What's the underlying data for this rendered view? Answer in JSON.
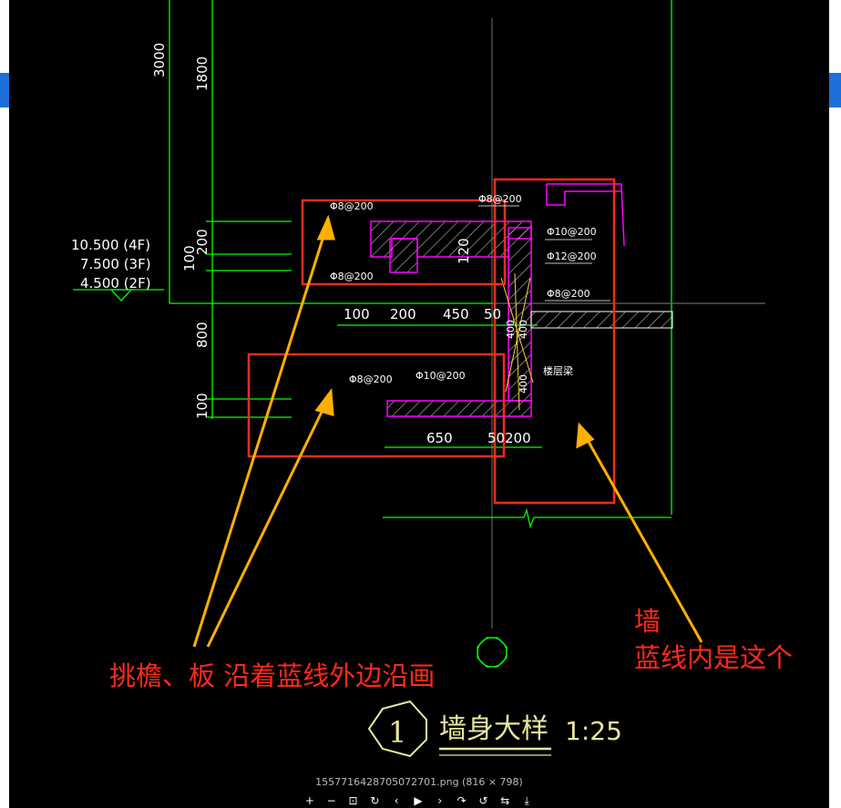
{
  "drawing": {
    "levels": [
      "10.500 (4F)",
      "7.500 (3F)",
      "4.500 (2F)"
    ],
    "vdims": [
      "3000",
      "1800",
      "200",
      "100",
      "800",
      "100"
    ],
    "hdims_top": [
      "100",
      "200",
      "450",
      "50"
    ],
    "hdims_bot": [
      "650",
      "50",
      "200"
    ],
    "rebar": [
      "Φ8@200",
      "Φ8@200",
      "Φ8@200",
      "Φ10@200",
      "Φ12@200",
      "Φ8@200",
      "Φ8@200",
      "Φ10@200"
    ],
    "dim_120": "120",
    "dims_wall": [
      "400",
      "400",
      "400"
    ],
    "beam_label": "楼层梁",
    "title": "墙身大样",
    "title_number": "1",
    "scale": "1:25"
  },
  "annotations": {
    "left_note": "挑檐、板 沿着蓝线外边沿画",
    "right_note_line1": "墙",
    "right_note_line2": "蓝线内是这个"
  },
  "viewer": {
    "caption": "1557716428705072701.png (816 × 798)",
    "toolbar": [
      "+",
      "−",
      "⊡",
      "↻",
      "‹",
      "▶",
      "›",
      "↷",
      "↺",
      "⇆",
      "⤓"
    ]
  },
  "colors": {
    "cad_green": "#00ff00",
    "annotation_red": "#ff2a1a",
    "arrow_orange": "#ffb000",
    "hatch_magenta": "#ff00ff",
    "title_yellow": "#e6e6a0"
  }
}
